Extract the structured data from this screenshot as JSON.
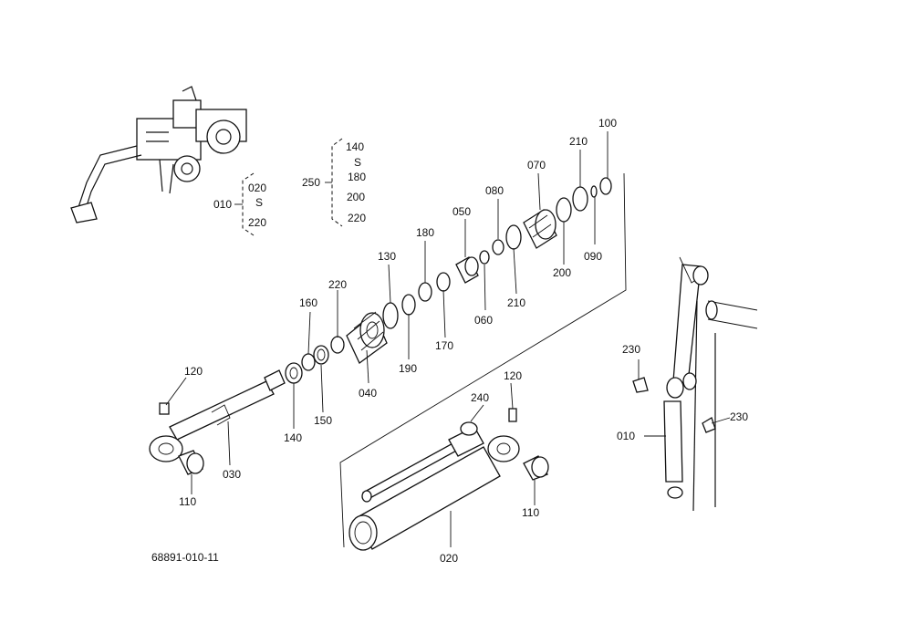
{
  "diagram": {
    "drawing_number": "68891-010-11",
    "callouts": {
      "p010": "010",
      "p020": "020",
      "p030": "030",
      "p040": "040",
      "p050": "050",
      "p060": "060",
      "p070": "070",
      "p080": "080",
      "p090": "090",
      "p100": "100",
      "p110": "110",
      "p120": "120",
      "p130": "130",
      "p140": "140",
      "p150": "150",
      "p160": "160",
      "p170": "170",
      "p180": "180",
      "p190": "190",
      "p200": "200",
      "p210": "210",
      "p220": "220",
      "p230": "230",
      "p240": "240",
      "p250": "250"
    },
    "group_010": {
      "label": "010",
      "range_start": "020",
      "range_sep": "S",
      "range_end": "220"
    },
    "group_250": {
      "label": "250",
      "items": [
        "140",
        "S",
        "180",
        "200",
        "220"
      ]
    },
    "colors": {
      "ink": "#111111",
      "paper": "#ffffff"
    }
  }
}
